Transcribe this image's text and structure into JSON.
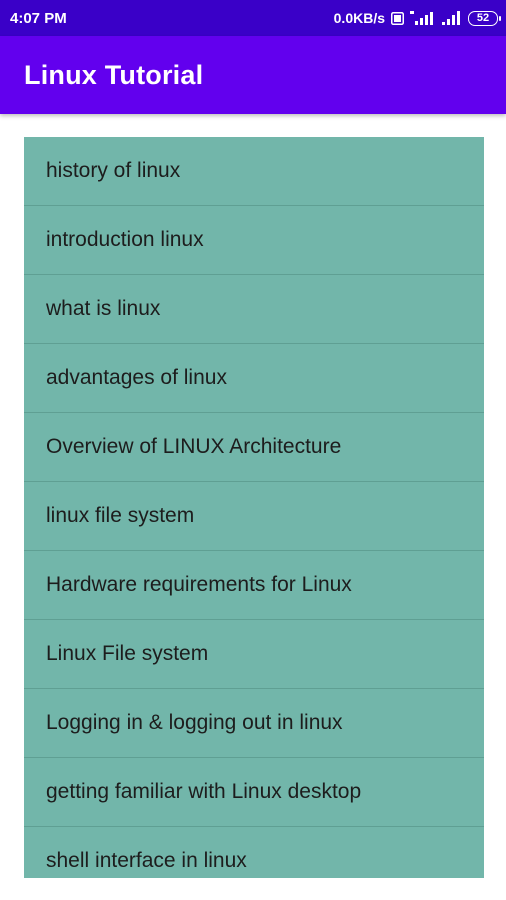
{
  "status_bar": {
    "time": "4:07 PM",
    "network_speed": "0.0KB/s",
    "battery_level": "52",
    "icons": [
      "data-icon",
      "signal-4g-icon",
      "signal-icon",
      "battery-icon"
    ]
  },
  "app_bar": {
    "title": "Linux Tutorial",
    "color": "#6200ee"
  },
  "list": {
    "background": "#72b6aa",
    "items": [
      "history of linux",
      "introduction linux",
      "what is linux",
      "advantages of linux",
      "Overview of LINUX Architecture",
      "linux file system",
      "Hardware requirements for Linux",
      "Linux File system",
      "Logging in & logging out in linux",
      "getting familiar with Linux desktop",
      "shell interface in linux"
    ]
  }
}
